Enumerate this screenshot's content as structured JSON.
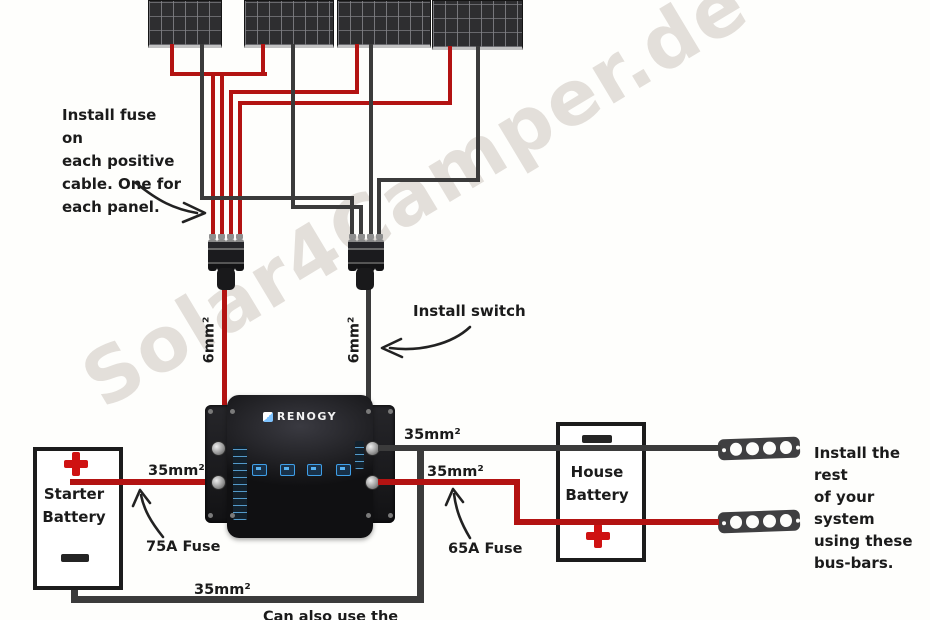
{
  "watermark": {
    "text": "Solar4Camper.de"
  },
  "notes": {
    "fuse_note": {
      "lines": [
        "Install fuse on",
        "each positive",
        "cable. One for",
        "each panel."
      ]
    },
    "switch_note": "Install switch",
    "busbar_note": {
      "lines": [
        "Install the rest",
        "of your system",
        "using these",
        "bus-bars."
      ]
    },
    "bottom_note": "Can also use the"
  },
  "wire_labels": {
    "pv_positive": "6mm²",
    "pv_negative": "6mm²",
    "starter_cable": "35mm²",
    "busbar_negative_cable": "35mm²",
    "busbar_positive_cable": "35mm²",
    "ground_cable": "35mm²"
  },
  "fuse_labels": {
    "starter": "75A Fuse",
    "house": "65A Fuse"
  },
  "charger": {
    "brand": "RENOGY"
  },
  "batteries": {
    "starter": {
      "lines": [
        "Starter",
        "Battery"
      ]
    },
    "house": {
      "lines": [
        "House",
        "Battery"
      ]
    }
  },
  "icons": {
    "starter_plus": "plus-terminal",
    "starter_minus": "minus-terminal",
    "house_plus": "plus-terminal",
    "house_minus": "minus-terminal",
    "charger_indicators": [
      "alternator-icon",
      "solar-icon",
      "battery-icon",
      "bluetooth-icon"
    ]
  },
  "colors": {
    "positive_wire": "#b31312",
    "negative_wire": "#3b3b3b",
    "accent_blue": "#3f9fe8",
    "terminal_red": "#cf1212",
    "text": "#1b1b1b"
  }
}
